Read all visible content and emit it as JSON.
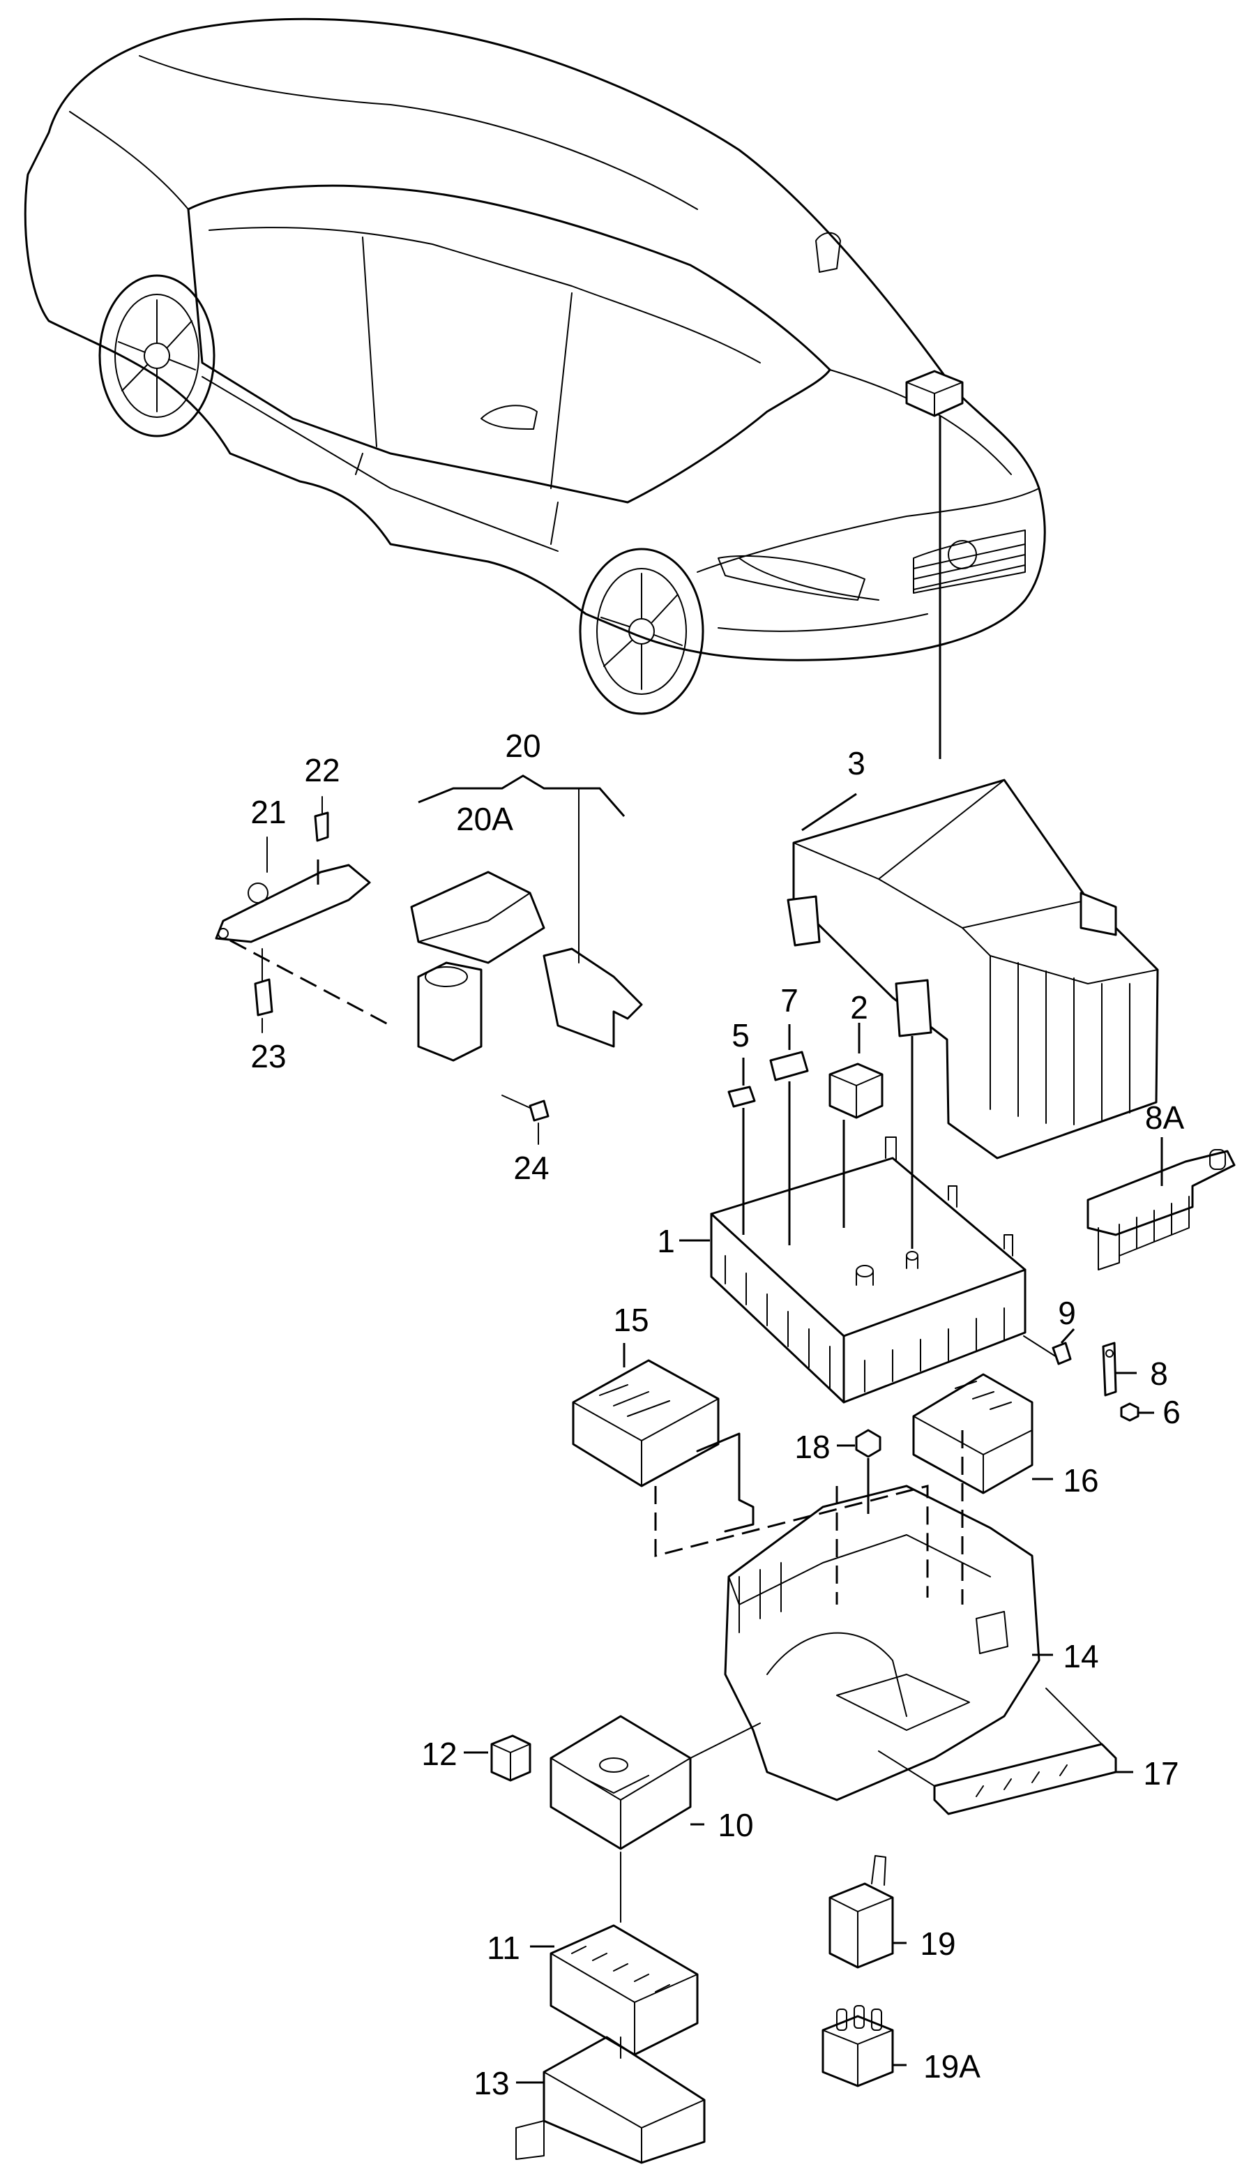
{
  "callouts": {
    "c1": "1",
    "c2": "2",
    "c3": "3",
    "c5": "5",
    "c6": "6",
    "c7": "7",
    "c8": "8",
    "c8A": "8A",
    "c9": "9",
    "c10": "10",
    "c11": "11",
    "c12": "12",
    "c13": "13",
    "c14": "14",
    "c15": "15",
    "c16": "16",
    "c17": "17",
    "c18": "18",
    "c19": "19",
    "c19A": "19A",
    "c20": "20",
    "c20A": "20A",
    "c21": "21",
    "c22": "22",
    "c23": "23",
    "c24": "24"
  }
}
